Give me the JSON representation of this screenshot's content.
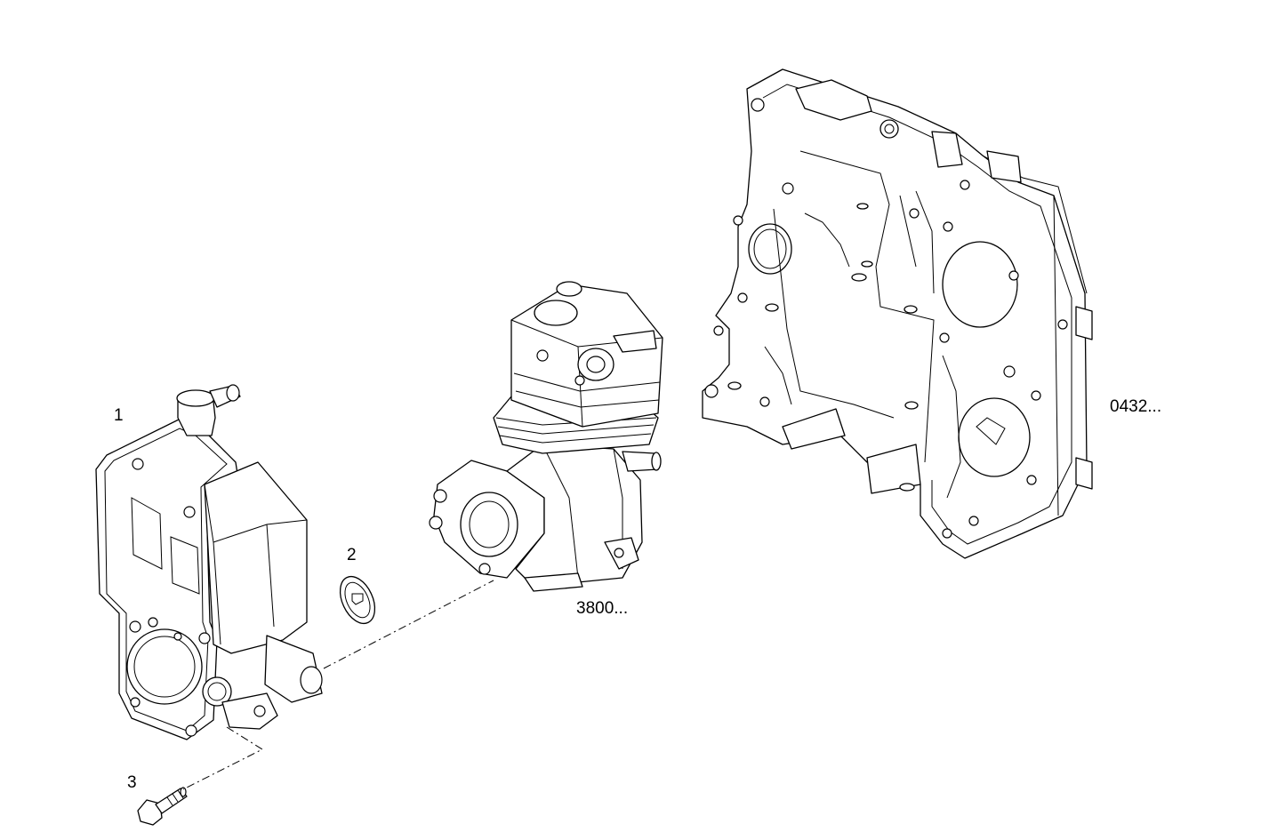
{
  "callouts": {
    "item_1": "1",
    "item_2": "2",
    "item_3": "3",
    "ref_compressor": "3800...",
    "ref_housing": "0432..."
  }
}
